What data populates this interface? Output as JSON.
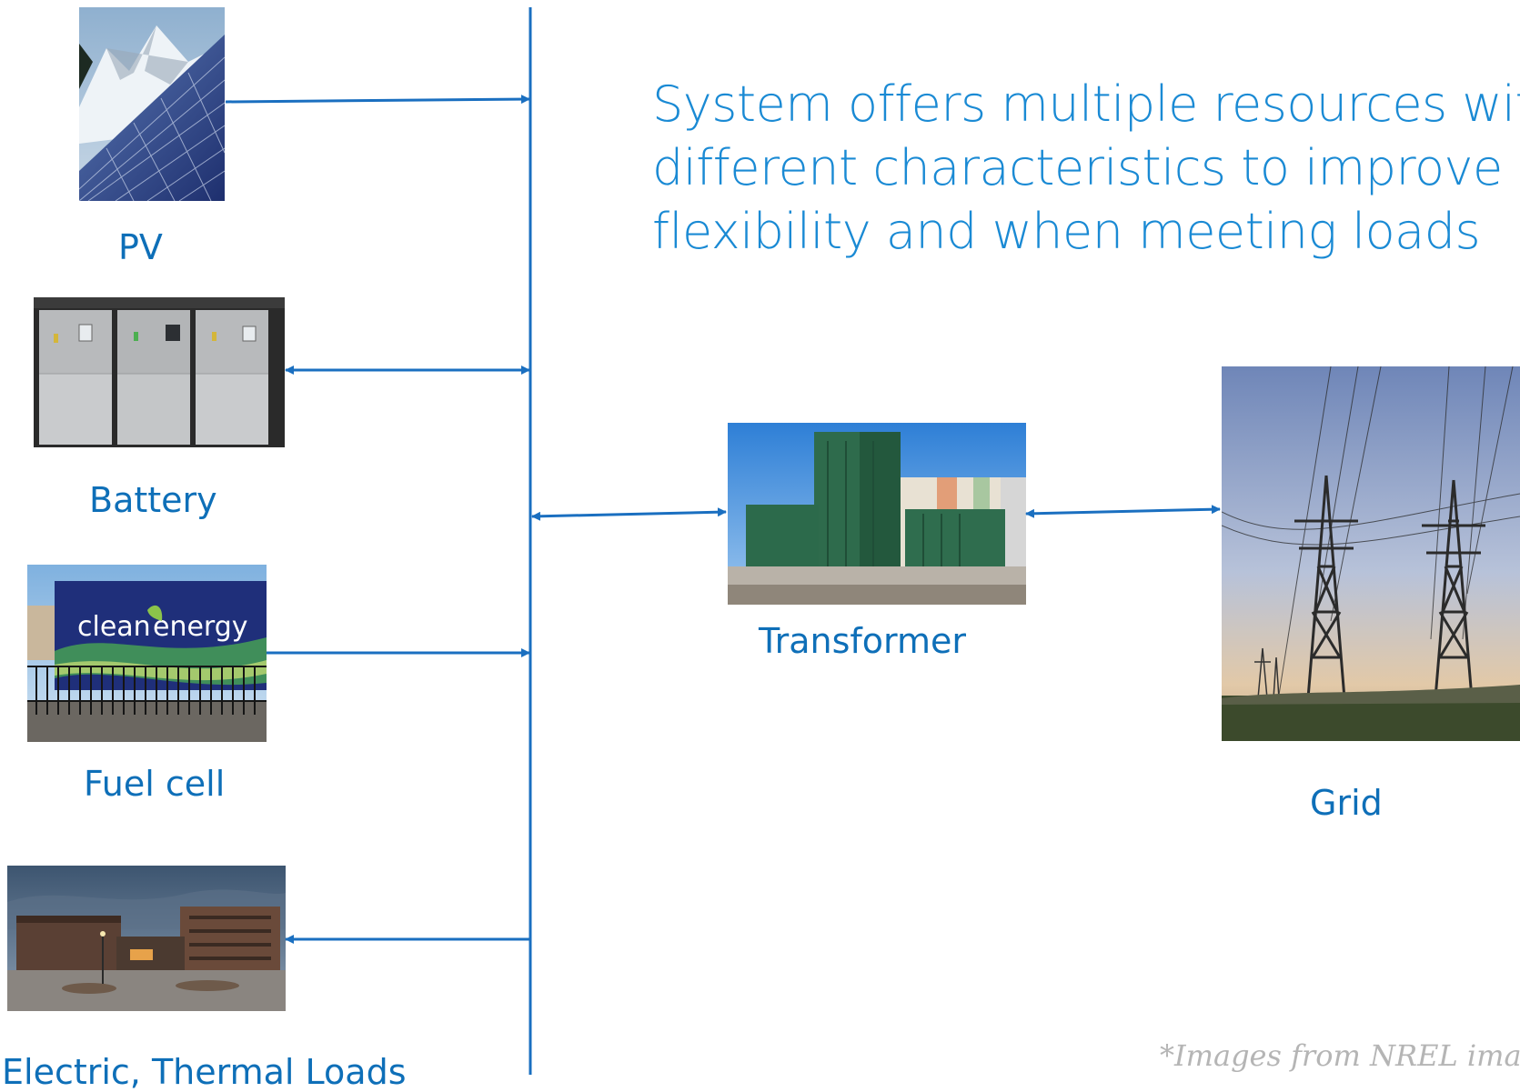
{
  "headline": [
    "System offers multiple resources with",
    "different characteristics to improve",
    "flexibility and when meeting loads"
  ],
  "labels": {
    "pv": "PV",
    "battery": "Battery",
    "fuel_cell": "Fuel cell",
    "loads": "Electric, Thermal Loads",
    "transformer": "Transformer",
    "grid": "Grid"
  },
  "fuel_cell_sign": {
    "word1": "clean",
    "word2": "energy"
  },
  "credit": "*Images from NREL image",
  "colors": {
    "accent": "#1a6fc0",
    "label": "#0e6fb8",
    "headline": "#1a8ad4",
    "credit": "#b5b5b5"
  }
}
